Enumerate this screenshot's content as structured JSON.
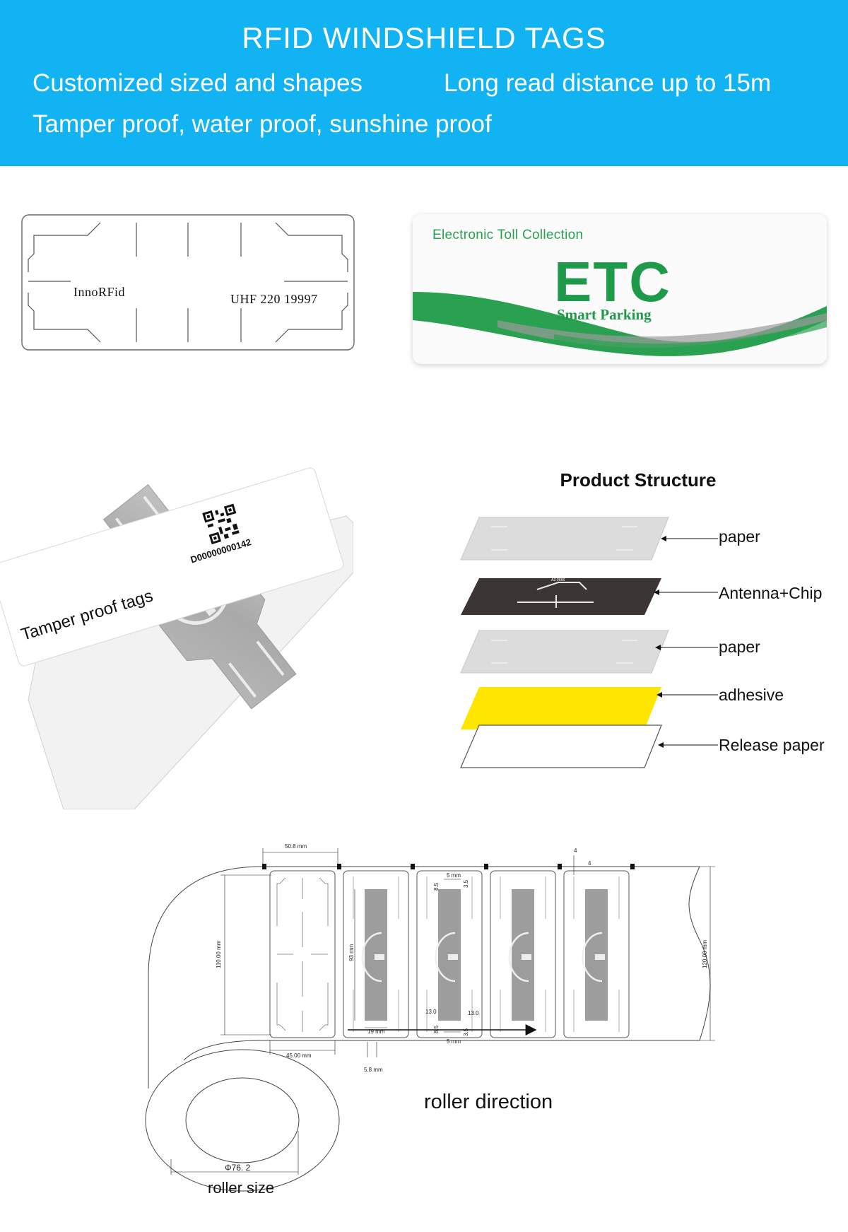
{
  "banner": {
    "title": "RFID WINDSHIELD TAGS",
    "line1": "Customized sized and shapes",
    "line2": "Long read distance up to 15m",
    "line3": "Tamper proof, water proof, sunshine proof",
    "background": "#12b3f3"
  },
  "tag_outline": {
    "brand": "InnoRFid",
    "code": "UHF  220  19997"
  },
  "etc_card": {
    "subtitle": "Electronic Toll Collection",
    "main": "ETC",
    "tagline": "Smart Parking",
    "accent": "#1f9a4b"
  },
  "tamper_photo": {
    "label": "Tamper proof tags",
    "serial": "D00000000142"
  },
  "structure": {
    "title": "Product Structure",
    "layers": [
      {
        "label": "paper",
        "color": "#dcdcdc"
      },
      {
        "label": "Antenna+Chip",
        "color": "#3b3634"
      },
      {
        "label": "paper",
        "color": "#dcdcdc"
      },
      {
        "label": "adhesive",
        "color": "#ffe600"
      },
      {
        "label": "Release paper",
        "color": "#ffffff"
      }
    ],
    "chip_text": "AZ-9666"
  },
  "drawing": {
    "dims": {
      "pitch": "50.8 mm",
      "height_110": "110.00 mm",
      "height_120": "120.00 mm",
      "width_45": "45.00 mm",
      "gap": "5.8 mm",
      "inlay_93": "93 mm",
      "inlay_19": "19 mm",
      "top_5": "5 mm",
      "bottom_5": "5 mm",
      "v_8_5_top": "8.5",
      "v_3_5_top": "3.5",
      "v_8_5_bot": "8.5",
      "v_3_5_bot": "3.5",
      "h_13_left": "13.0",
      "h_13_right": "13.0",
      "edge_4_a": "4",
      "edge_4_b": "4",
      "core": "Φ76. 2"
    },
    "roller_direction": "roller direction",
    "roller_size": "roller size"
  }
}
